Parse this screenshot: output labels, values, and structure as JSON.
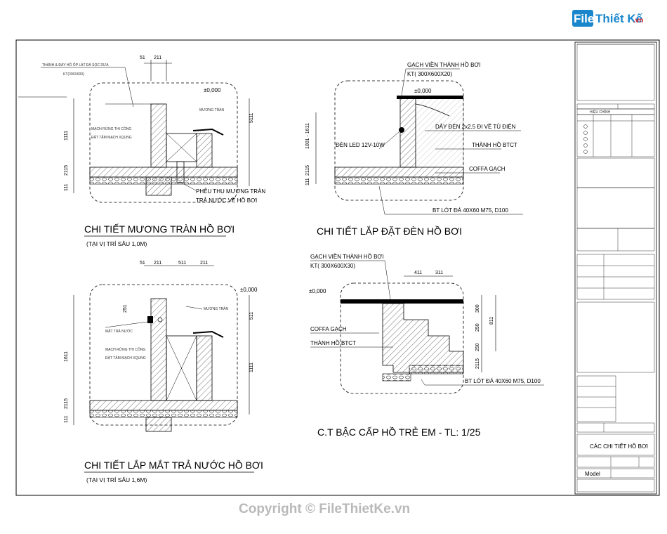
{
  "logo": {
    "file": "File",
    "name": "Thiết Kế",
    "domain": ".vn"
  },
  "watermark": "Copyright © FileThietKe.vn",
  "details": {
    "overflow": {
      "title": "CHI TIẾT MƯƠNG TRÀN HỒ BƠI",
      "subtitle": "(TẠI VỊ TRÍ SÂU 1,0M)",
      "notes": [
        "THÀNH & ĐÁY HỒ ỐP LÁT ĐÁ SỌC DƯA",
        "KT(300X600)",
        "MẠCH RỪNG THI CÔNG",
        "ĐẶT TẤM MẠCH XQUNG",
        "MƯƠNG TRÀN",
        "PHỄU THU MƯƠNG TRÀN",
        "TRẢ NƯỚC VỀ HỒ BƠI"
      ],
      "level": "±0,000",
      "dims": [
        "51",
        "211",
        "1111",
        "5111",
        "2115",
        "111"
      ]
    },
    "light": {
      "title": "CHI TIẾT LẮP ĐẶT ĐÈN HỒ BƠI",
      "notes": [
        "GẠCH VIỀN THÀNH HỒ BƠI",
        "KT( 300X600X20)",
        "DÂY ĐÈN 2x2.5 ĐI VỀ TỦ ĐIỆN",
        "ĐÈN LED 12V-10W",
        "THÀNH HỒ BTCT",
        "COFFA GẠCH",
        "BT LÓT ĐÁ 40X60 M75, D100"
      ],
      "level": "±0,000",
      "dims": [
        "1001 - 1611",
        "2115",
        "111"
      ]
    },
    "inlet": {
      "title": "CHI TIẾT LẮP MẮT TRẢ NƯỚC HỒ BƠI",
      "subtitle": "(TẠI VỊ TRÍ SÂU 1,6M)",
      "notes": [
        "MƯƠNG TRÀN",
        "MẮT TRẢ NƯỚC",
        "MẠCH RỪNG THI CÔNG",
        "ĐẶT TẤM MẠCH XQUNG"
      ],
      "level": "±0,000",
      "dims": [
        "51",
        "211",
        "511",
        "211",
        "251",
        "1611",
        "511",
        "1111",
        "2115",
        "111"
      ]
    },
    "steps": {
      "title": "C.T BẬC CẤP HỒ TRẺ EM - TL: 1/25",
      "notes": [
        "GẠCH VIỀN THÀNH HỒ BƠI",
        "KT( 300X600X30)",
        "COFFA GẠCH",
        "THÀNH HỒ BTCT",
        "BT LÓT ĐÁ 40X60 M75, D100"
      ],
      "level": "±0,000",
      "dims": [
        "411",
        "311",
        "300",
        "250",
        "811",
        "250",
        "2115"
      ]
    }
  },
  "title_block": {
    "revision": "HIỆU CHỈNH",
    "drawing_name": "CÁC CHI TIẾT HỒ BƠI",
    "model": "Model"
  },
  "colors": {
    "logo_blue": "#1a87cc",
    "logo_red": "#d6262b",
    "hatch": "#3a3a3a"
  }
}
